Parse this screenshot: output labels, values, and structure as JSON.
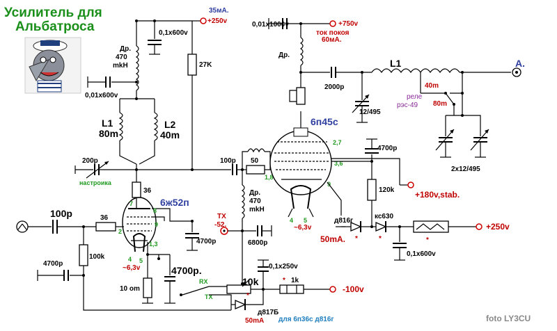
{
  "title": {
    "line1": "Усилитель для",
    "line2": "Альбатроса"
  },
  "credit": "foto LY3CU",
  "tubes": {
    "driver": "6ж52п",
    "final": "6п45с"
  },
  "labels": {
    "c_top_left": "0,1x600v",
    "choke_left": [
      "Др.",
      "470",
      "mkH"
    ],
    "c_left_bypass": "0,01x600v",
    "l1_left": [
      "L1",
      "80m"
    ],
    "l2_left": [
      "L2",
      "40m"
    ],
    "r_27k": "27K",
    "v_35ma": "35мA.",
    "v_250_top": "+250v",
    "c_200p": "200p",
    "tune": "настроика",
    "r_36_top": "36",
    "c_100p_mid": "100p",
    "r_50": "50",
    "choke_mid": [
      "Др.",
      "470",
      "mkH"
    ],
    "c_100p_in": "100p",
    "r_36_in": "36",
    "c_4700_in": "4700p",
    "r_100k": "100k",
    "heater_left": "~6,3v",
    "c_4700_cath": "4700p.",
    "r_10om": "10 om",
    "c_4700_g2": "4700p",
    "tx_label": "TX",
    "tx_volt": "-52.",
    "c_6800": "6800p",
    "c_01x250": "0,1x250v",
    "rx": "RX",
    "tx": "TX",
    "r_10k": "10k",
    "r_1k": "1k",
    "v_neg100": "-100v",
    "d817": "д817Б",
    "d817_ma": "50mA",
    "note_6p36": "для 6п36с д816г",
    "c_top_right": "0,01x1000v",
    "v_750": "+750v",
    "idle": [
      "ток покоя",
      "60мA."
    ],
    "choke_right": "Др.",
    "c_2000": "2000p",
    "c_12_495": "12/495",
    "l1_right": "L1",
    "l_40m": "40m",
    "relay": [
      "реле",
      "рэс-49"
    ],
    "l_80m": "80m",
    "ant": "A.",
    "c_2x12": "2x12/495",
    "c_4700_g2r": "4700p",
    "r_120k": "120k",
    "v_180": "+180v,stab.",
    "heater_right": "~6,3v",
    "d816": "д816г",
    "d816_ma": "50mA.",
    "kc630": "кс630",
    "v_250_right": "+250v",
    "c_01x600_right": "0,1x600v",
    "pins_driver": [
      "7",
      "8",
      "9",
      "2",
      "1,3",
      "4",
      "5"
    ],
    "pins_final": [
      "2,7",
      "3,6",
      "9",
      "1,8",
      "4",
      "5"
    ],
    "star": "*"
  },
  "icons": [
    "wolf-cartoon-icon",
    "input-connector-icon",
    "antenna-connector-icon"
  ]
}
